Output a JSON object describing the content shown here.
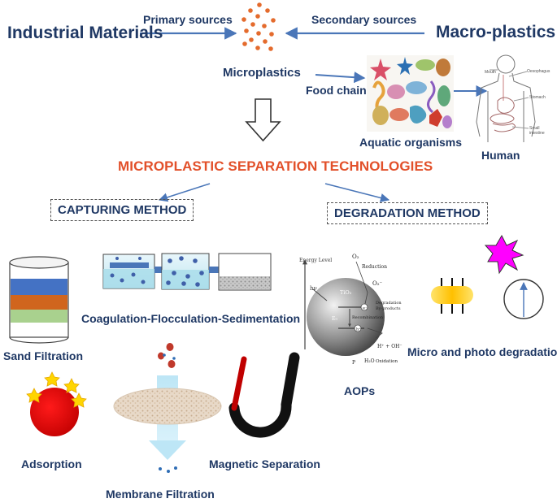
{
  "labels": {
    "industrial_materials": "Industrial Materials",
    "primary_sources": "Primary sources",
    "secondary_sources": "Secondary sources",
    "macro_plastics": "Macro-plastics",
    "microplastics": "Microplastics",
    "food_chain": "Food chain",
    "aquatic_organisms": "Aquatic organisms",
    "human": "Human",
    "title": "MICROPLASTIC SEPARATION TECHNOLOGIES",
    "capturing_method": "CAPTURING METHOD",
    "degradation_method": "DEGRADATION METHOD",
    "coagulation": "Coagulation-Flocculation-Sedimentation",
    "sand_filtration": "Sand Filtration",
    "adsorption": "Adsorption",
    "membrane_filtration": "Membrane Filtration",
    "magnetic_separation": "Magnetic Separation",
    "aops": "AOPs",
    "micro_photo": "Micro and photo degradation"
  },
  "human_anatomy": {
    "mouth": "Mouth",
    "oesophagus": "Oesophagus",
    "stomach": "Stomach",
    "small_intestine_1": "Small",
    "small_intestine_2": "intestine"
  },
  "aop_diagram": {
    "energy_level": "Energy Level",
    "o2": "O₂",
    "reduction": "Reduction",
    "o2_radical": "O₂⁻",
    "tio2": "TiO₂",
    "recombination": "Recombination",
    "eg": "E₉",
    "degradation_1": "Degradation",
    "degradation_2": "By-products",
    "hv": "hν",
    "e_minus": "e⁻",
    "h_plus": "h⁺",
    "h_oh": "H⁺ + OH⁻",
    "h2o": "H₂O",
    "oxidation": "Oxidation",
    "p": "P"
  },
  "colors": {
    "label": "#1f3864",
    "title": "#e2502a",
    "arrow": "#4a76b8",
    "particle": "#e46b2d"
  }
}
